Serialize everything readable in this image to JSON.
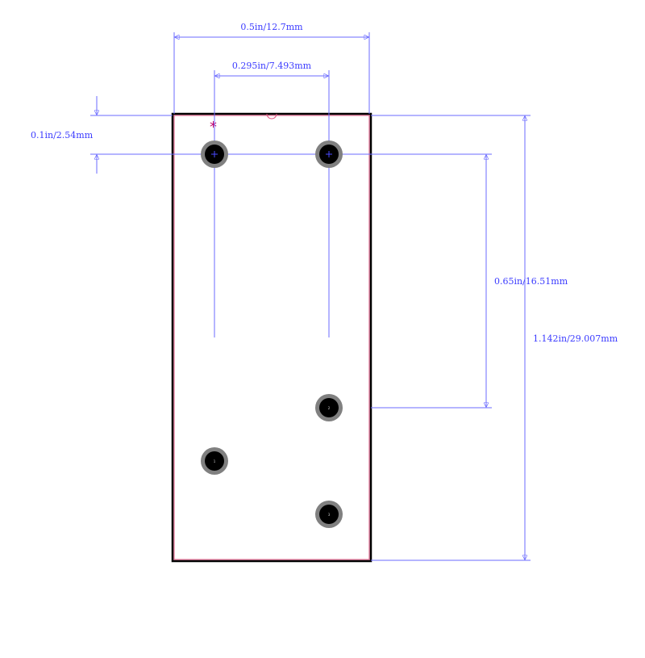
{
  "colors": {
    "dimension": "#6b6bff",
    "dimension_text": "#3b3bff",
    "outline": "#000000",
    "courtyard": "#e0507f",
    "pin1_marker": "#c0006a",
    "pad_ring": "#808080",
    "pad_hole": "#000000"
  },
  "dimensions": {
    "overall_width": "0.5in/12.7mm",
    "pin_spacing_x": "0.295in/7.493mm",
    "pin_pitch": "0.1in/2.54mm",
    "row_spacing": "0.65in/16.51mm",
    "overall_length": "1.142in/29.007mm"
  },
  "pin1_marker": "*",
  "pads": [
    {
      "label": ""
    },
    {
      "label": ""
    },
    {
      "label": "2"
    },
    {
      "label": "1"
    },
    {
      "label": "3"
    }
  ]
}
